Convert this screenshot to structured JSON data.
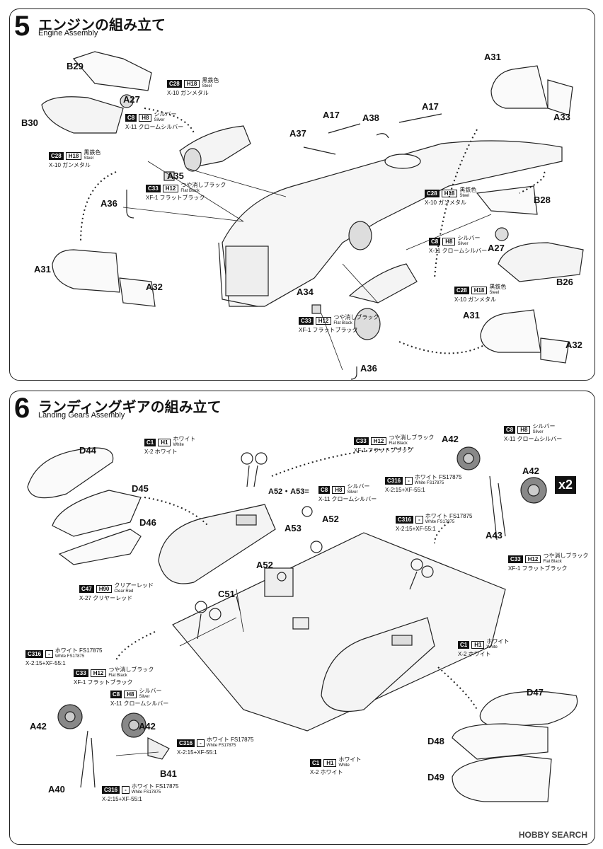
{
  "step5": {
    "number": "5",
    "title_jp": "エンジンの組み立て",
    "title_en": "Engine Assembly",
    "labels": {
      "b29": "B29",
      "a27_l": "A27",
      "b30": "B30",
      "a35": "A35",
      "a36_l": "A36",
      "a31_l": "A31",
      "a32_l": "A32",
      "a37": "A37",
      "a17_a": "A17",
      "a38": "A38",
      "a17_b": "A17",
      "a31_tr": "A31",
      "a33": "A33",
      "b28": "B28",
      "a27_r": "A27",
      "b26": "B26",
      "a34": "A34",
      "a36_b": "A36",
      "a31_br": "A31",
      "a32_br": "A32"
    },
    "notes": {
      "c28_top": {
        "code": "C28",
        "h": "H18",
        "jp": "黒鉄色",
        "en": "Steel",
        "sub": "X-10 ガンメタル"
      },
      "c8_top": {
        "code": "C8",
        "h": "H8",
        "jp": "シルバー",
        "en": "Silver",
        "sub": "X-11 クロームシルバー"
      },
      "c28_left": {
        "code": "C28",
        "h": "H18",
        "jp": "黒鉄色",
        "en": "Steel",
        "sub": "X-10 ガンメタル"
      },
      "c33_left": {
        "code": "C33",
        "h": "H12",
        "jp": "つや消しブラック",
        "en": "Flat Black",
        "sub": "XF-1 フラットブラック"
      },
      "c28_right": {
        "code": "C28",
        "h": "H18",
        "jp": "黒鉄色",
        "en": "Steel",
        "sub": "X-10 ガンメタル"
      },
      "c8_right": {
        "code": "C8",
        "h": "H8",
        "jp": "シルバー",
        "en": "Silver",
        "sub": "X-11 クロームシルバー"
      },
      "c28_right2": {
        "code": "C28",
        "h": "H18",
        "jp": "黒鉄色",
        "en": "Steel",
        "sub": "X-10 ガンメタル"
      },
      "c33_center": {
        "code": "C33",
        "h": "H12",
        "jp": "つや消しブラック",
        "en": "Flat Black",
        "sub": "XF-1 フラットブラック"
      }
    }
  },
  "step6": {
    "number": "6",
    "title_jp": "ランディングギアの組み立て",
    "title_en": "Landing Gears Assembly",
    "labels": {
      "d44": "D44",
      "d45": "D45",
      "d46": "D46",
      "a42_tr1": "A42",
      "a42_tr2": "A42",
      "a43": "A43",
      "a53": "A53",
      "a52_a": "A52",
      "a52_b": "A52",
      "c51": "C51",
      "a42_bl1": "A42",
      "a42_bl2": "A42",
      "b41": "B41",
      "a40": "A40",
      "d47": "D47",
      "d48": "D48",
      "d49": "D49"
    },
    "a52_a53": "A52・A53=",
    "x2": "x2",
    "notes": {
      "c1_top": {
        "code": "C1",
        "h": "H1",
        "jp": "ホワイト",
        "en": "White",
        "sub": "X-2 ホワイト"
      },
      "c33_top": {
        "code": "C33",
        "h": "H12",
        "jp": "つや消しブラック",
        "en": "Flat Black",
        "sub": "XF-1 フラットブラック"
      },
      "c8_top": {
        "code": "C8",
        "h": "H8",
        "jp": "シルバー",
        "en": "Silver",
        "sub": "X-11 クロームシルバー"
      },
      "c316_top": {
        "code": "C316",
        "h": "-",
        "jp": "ホワイト FS17875",
        "en": "White FS17875",
        "sub": "X-2:15+XF-55:1"
      },
      "c8_mid": {
        "code": "C8",
        "h": "H8",
        "jp": "シルバー",
        "en": "Silver",
        "sub": "X-11 クロームシルバー"
      },
      "c316_mid": {
        "code": "C316",
        "h": "-",
        "jp": "ホワイト FS17875",
        "en": "White FS17875",
        "sub": "X-2:15+XF-55:1"
      },
      "c33_right": {
        "code": "C33",
        "h": "H12",
        "jp": "つや消しブラック",
        "en": "Flat Black",
        "sub": "XF-1 フラットブラック"
      },
      "c47": {
        "code": "C47",
        "h": "H90",
        "jp": "クリアーレッド",
        "en": "Clear Red",
        "sub": "X-27 クリヤーレッド"
      },
      "c1_right": {
        "code": "C1",
        "h": "H1",
        "jp": "ホワイト",
        "en": "White",
        "sub": "X-2 ホワイト"
      },
      "c316_left": {
        "code": "C316",
        "h": "-",
        "jp": "ホワイト FS17875",
        "en": "White FS17875",
        "sub": "X-2:15+XF-55:1"
      },
      "c33_left": {
        "code": "C33",
        "h": "H12",
        "jp": "つや消しブラック",
        "en": "Flat Black",
        "sub": "XF-1 フラットブラック"
      },
      "c8_left": {
        "code": "C8",
        "h": "H8",
        "jp": "シルバー",
        "en": "Silver",
        "sub": "X-11 クロームシルバー"
      },
      "c316_bl": {
        "code": "C316",
        "h": "-",
        "jp": "ホワイト FS17875",
        "en": "White FS17875",
        "sub": "X-2:15+XF-55:1"
      },
      "c1_bottom": {
        "code": "C1",
        "h": "H1",
        "jp": "ホワイト",
        "en": "White",
        "sub": "X-2 ホワイト"
      },
      "c316_bottom": {
        "code": "C316",
        "h": "-",
        "jp": "ホワイト FS17875",
        "en": "White FS17875",
        "sub": "X-2:15+XF-55:1"
      }
    }
  },
  "watermark": "HOBBY SEARCH"
}
